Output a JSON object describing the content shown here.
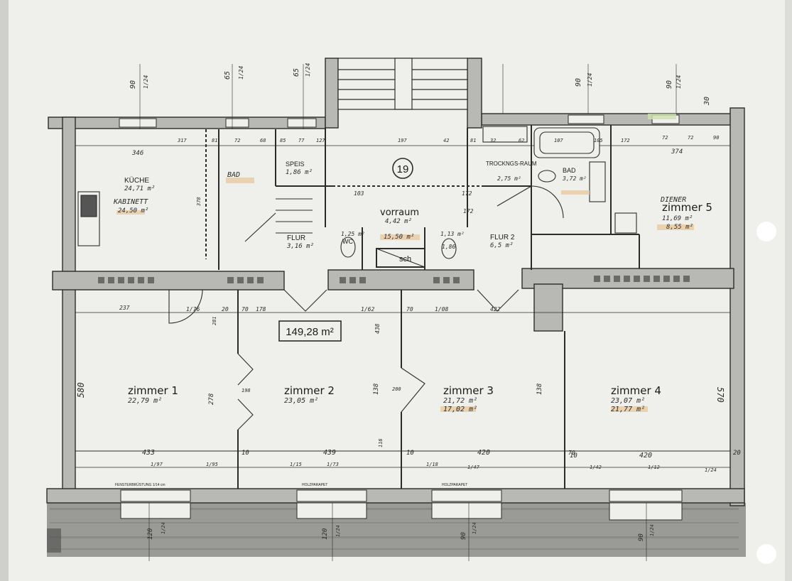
{
  "total_area": "149,28 m²",
  "stair_number": "19",
  "colors": {
    "paper": "#efefec",
    "wall": "#b8b8b4",
    "line": "#2b2b2b",
    "highlight": "#e8c9a0",
    "ground": "#8e8e8a"
  },
  "rooms": {
    "zimmer1": {
      "name": "zimmer 1",
      "area": "22,79 m²"
    },
    "zimmer2": {
      "name": "zimmer 2",
      "area": "23,05 m²"
    },
    "zimmer3": {
      "name": "zimmer 3",
      "area": "21,72 m²",
      "area_old": "17,02 m²"
    },
    "zimmer4": {
      "name": "zimmer 4",
      "area": "23,07 m²",
      "area_old": "21,77 m²"
    },
    "zimmer5": {
      "name": "zimmer 5",
      "area": "11,69 m²",
      "area_old": "8,55 m²",
      "old_name": "DIENER"
    },
    "kueche": {
      "name": "KÜCHE",
      "area": "24,71 m²",
      "old_name": "KABINETT",
      "old_area": "24,50 m²"
    },
    "bad1": {
      "name": "BAD"
    },
    "speis": {
      "name": "SPEIS",
      "area": "1,86 m²"
    },
    "vorraum": {
      "name": "vorraum",
      "area": "4,42 m²",
      "area_old": "15,50 m²"
    },
    "flur1": {
      "name": "FLUR",
      "area": "3,16 m²"
    },
    "flur2": {
      "name": "FLUR 2",
      "area": "6,5 m²"
    },
    "wc": {
      "name": "WC",
      "area": "1,25 m²"
    },
    "wc2": {
      "area": "1,13 m²"
    },
    "wc2b": {
      "area": "1,86"
    },
    "trockenraum": {
      "name": "TROCKNGS-RAUM",
      "area": "2,75 m²"
    },
    "bad2": {
      "name": "BAD",
      "area": "3,72 m²"
    },
    "schacht": {
      "name": "sch"
    }
  },
  "dimensions": {
    "top": [
      "90",
      "65",
      "65",
      "90",
      "90",
      "30"
    ],
    "top_sub": [
      "1/24",
      "1/24",
      "1/24",
      "1/24",
      "1/24"
    ],
    "row_upper": [
      "317",
      "81",
      "72",
      "68",
      "85",
      "77",
      "127",
      "197",
      "42",
      "81",
      "32",
      "62",
      "107",
      "105",
      "172",
      "72",
      "72",
      "90"
    ],
    "row_mid": [
      "346",
      "374",
      "103",
      "172",
      "172"
    ],
    "row_lower": [
      "237",
      "70",
      "70",
      "70",
      "20",
      "1/76",
      "1/62",
      "1/08",
      "422",
      "178"
    ],
    "row_bottom": [
      "433",
      "10",
      "439",
      "10",
      "420",
      "10",
      "420",
      "20"
    ],
    "row_bottom_sub": [
      "1/97",
      "1/95",
      "1/15",
      "1/73",
      "1/18",
      "1/47",
      "1/42",
      "1/12",
      "1/24"
    ],
    "side_left": "580",
    "side_right": "570",
    "vert": [
      "438",
      "278",
      "138",
      "138",
      "281",
      "198",
      "200",
      "378",
      "116"
    ],
    "bottom_notes": [
      "FENSTERBRÜSTUNG 1/14 cm",
      "HOLZPARAPET",
      "HOLZPARAPET"
    ],
    "bottom_vert": [
      "120",
      "1/24",
      "120",
      "1/24",
      "90",
      "1/24",
      "90",
      "1/24"
    ]
  }
}
